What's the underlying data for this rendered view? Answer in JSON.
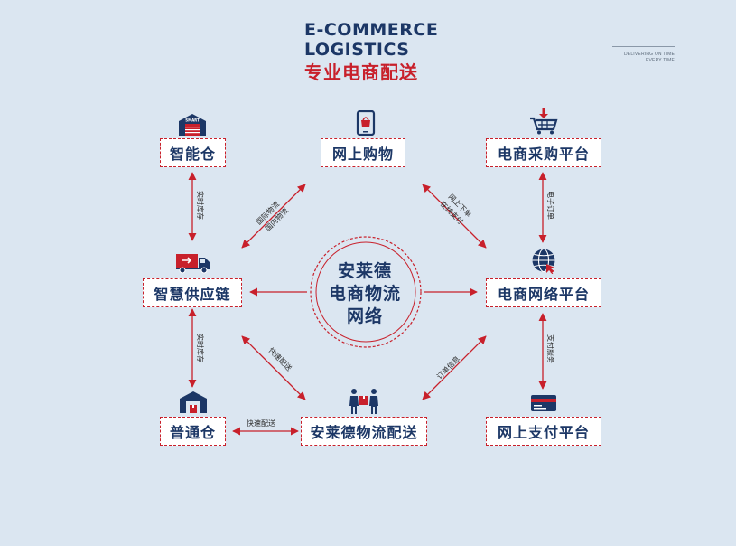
{
  "header": {
    "title_en_line1": "E-COMMERCE",
    "title_en_line2": "LOGISTICS",
    "title_cn": "专业电商配送",
    "tagline_line1": "DELIVERING ON TIME",
    "tagline_line2": "EVERY TIME"
  },
  "center": {
    "line1": "安莱德",
    "line2": "电商物流",
    "line3": "网络"
  },
  "nodes": {
    "smart_warehouse": "智能仓",
    "online_shopping": "网上购物",
    "ecommerce_procurement": "电商采购平台",
    "smart_supply_chain": "智慧供应链",
    "ecommerce_network": "电商网络平台",
    "regular_warehouse": "普通仓",
    "logistics_delivery": "安莱德物流配送",
    "online_payment": "网上支付平台"
  },
  "icons": {
    "smart_warehouse": "smart-warehouse-icon",
    "smart_warehouse_sign": "SMART",
    "online_shopping": "mobile-shopping-icon",
    "ecommerce_procurement": "shopping-cart-icon",
    "smart_supply_chain": "delivery-truck-icon",
    "ecommerce_network": "globe-network-icon",
    "regular_warehouse": "warehouse-icon",
    "logistics_delivery": "delivery-people-icon",
    "online_payment": "credit-card-icon"
  },
  "edge_labels": {
    "warehouse_supply_top": "实时库存",
    "warehouse_supply_bottom": "实时库存",
    "procurement_network": "电子订单",
    "network_payment": "支付服务",
    "supply_shopping_1": "国际物流",
    "supply_shopping_2": "国内物流",
    "shopping_network_1": "网上下单",
    "shopping_network_2": "在线支付",
    "supply_delivery": "快速配送",
    "delivery_network": "订单信息",
    "warehouse_delivery": "快速配送"
  },
  "colors": {
    "background": "#dbe6f1",
    "navy": "#1c3766",
    "red": "#c8202b"
  }
}
